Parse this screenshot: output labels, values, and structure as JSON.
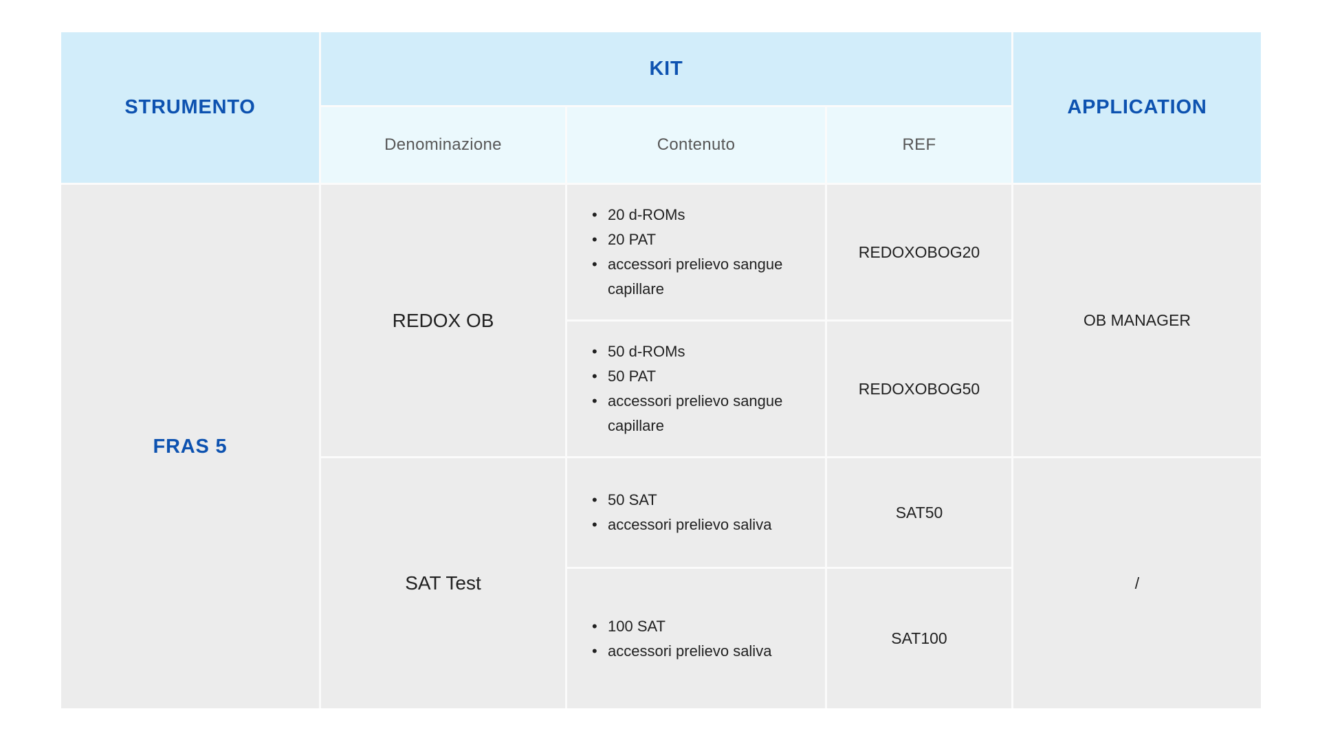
{
  "colors": {
    "header_bg": "#d2edfa",
    "subheader_bg": "#ebf9fd",
    "body_bg": "#ececec",
    "accent_text": "#0d52b0",
    "subheader_text": "#575757",
    "body_text": "#202020"
  },
  "table": {
    "headers": {
      "strumento": "STRUMENTO",
      "kit": "KIT",
      "application": "APPLICATION"
    },
    "subheaders": {
      "denominazione": "Denominazione",
      "contenuto": "Contenuto",
      "ref": "REF"
    },
    "strumento_value": "FRAS 5",
    "groups": [
      {
        "denominazione": "REDOX OB",
        "application": "OB MANAGER",
        "rows": [
          {
            "contenuto": [
              "20 d-ROMs",
              "20 PAT",
              "accessori prelievo sangue capillare"
            ],
            "ref": "REDOXOBOG20"
          },
          {
            "contenuto": [
              "50 d-ROMs",
              "50 PAT",
              "accessori prelievo sangue capillare"
            ],
            "ref": "REDOXOBOG50"
          }
        ]
      },
      {
        "denominazione": "SAT Test",
        "application": "/",
        "rows": [
          {
            "contenuto": [
              "50 SAT",
              "accessori prelievo saliva"
            ],
            "ref": "SAT50"
          },
          {
            "contenuto": [
              "100 SAT",
              "accessori prelievo saliva"
            ],
            "ref": "SAT100"
          }
        ]
      }
    ]
  }
}
